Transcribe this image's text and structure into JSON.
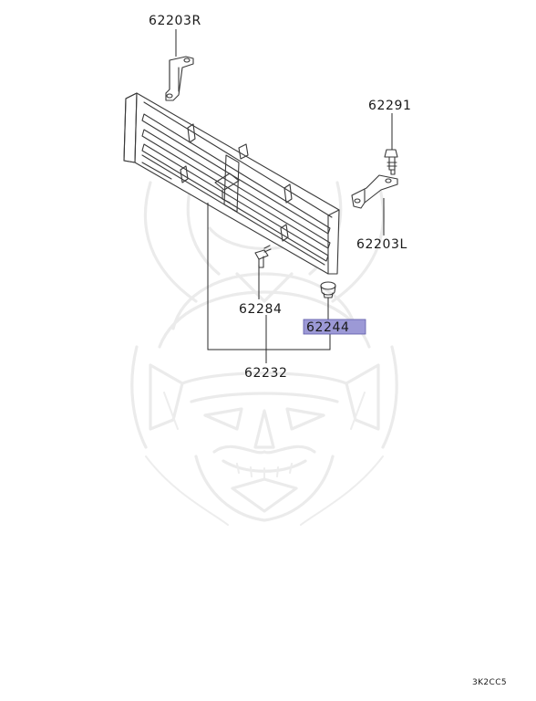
{
  "diagram": {
    "part_labels": {
      "bracket_right": "62203R",
      "bolt": "62291",
      "bracket_left": "62203L",
      "screw": "62284",
      "clip": "62244",
      "grille_assembly": "62232"
    },
    "highlight_color": "#9c99d6",
    "reference_code": "3K2CC5",
    "watermark": "samurai-mask-logo"
  }
}
